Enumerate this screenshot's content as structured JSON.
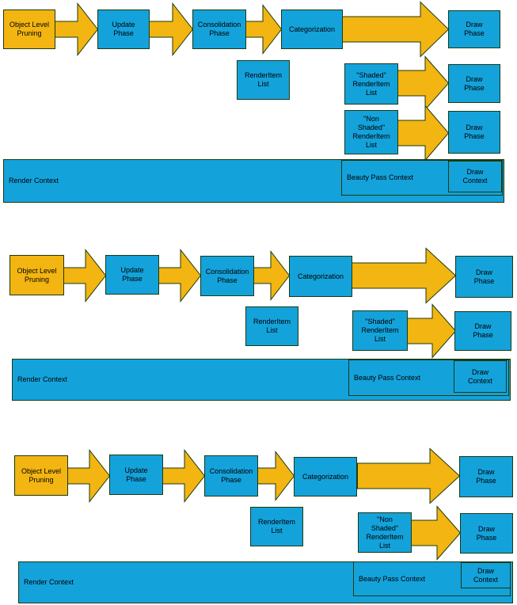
{
  "colors": {
    "process_fill": "#F2B511",
    "data_fill": "#14A2DB",
    "border": "#1B3A10",
    "text": "#000000",
    "background": "#FFFFFF"
  },
  "pipelines": [
    {
      "object_level_pruning": "Object Level\nPruning",
      "update_phase": "Update\nPhase",
      "consolidation_phase": "Consolidation\nPhase",
      "categorization": "Categorization",
      "draw_phase_main": "Draw\nPhase",
      "render_item_list": "RenderItem\nList",
      "shaded_list": "\"Shaded\"\nRenderItem\nList",
      "shaded_draw_phase": "Draw\nPhase",
      "non_shaded_list": "\"Non\nShaded\"\nRenderItem\nList",
      "non_shaded_draw_phase": "Draw\nPhase",
      "render_context": "Render Context",
      "beauty_pass_context": "Beauty Pass Context",
      "draw_context": "Draw\nContext"
    },
    {
      "object_level_pruning": "Object Level\nPruning",
      "update_phase": "Update\nPhase",
      "consolidation_phase": "Consolidation\nPhase",
      "categorization": "Categorization",
      "draw_phase_main": "Draw\nPhase",
      "render_item_list": "RenderItem\nList",
      "shaded_list": "\"Shaded\"\nRenderItem\nList",
      "shaded_draw_phase": "Draw\nPhase",
      "render_context": "Render Context",
      "beauty_pass_context": "Beauty Pass Context",
      "draw_context": "Draw\nContext"
    },
    {
      "object_level_pruning": "Object Level\nPruning",
      "update_phase": "Update\nPhase",
      "consolidation_phase": "Consolidation\nPhase",
      "categorization": "Categorization",
      "draw_phase_main": "Draw\nPhase",
      "render_item_list": "RenderItem\nList",
      "non_shaded_list": "\"Non\nShaded\"\nRenderItem\nList",
      "non_shaded_draw_phase": "Draw\nPhase",
      "render_context": "Render Context",
      "beauty_pass_context": "Beauty Pass Context",
      "draw_context": "Draw\nContext"
    }
  ]
}
